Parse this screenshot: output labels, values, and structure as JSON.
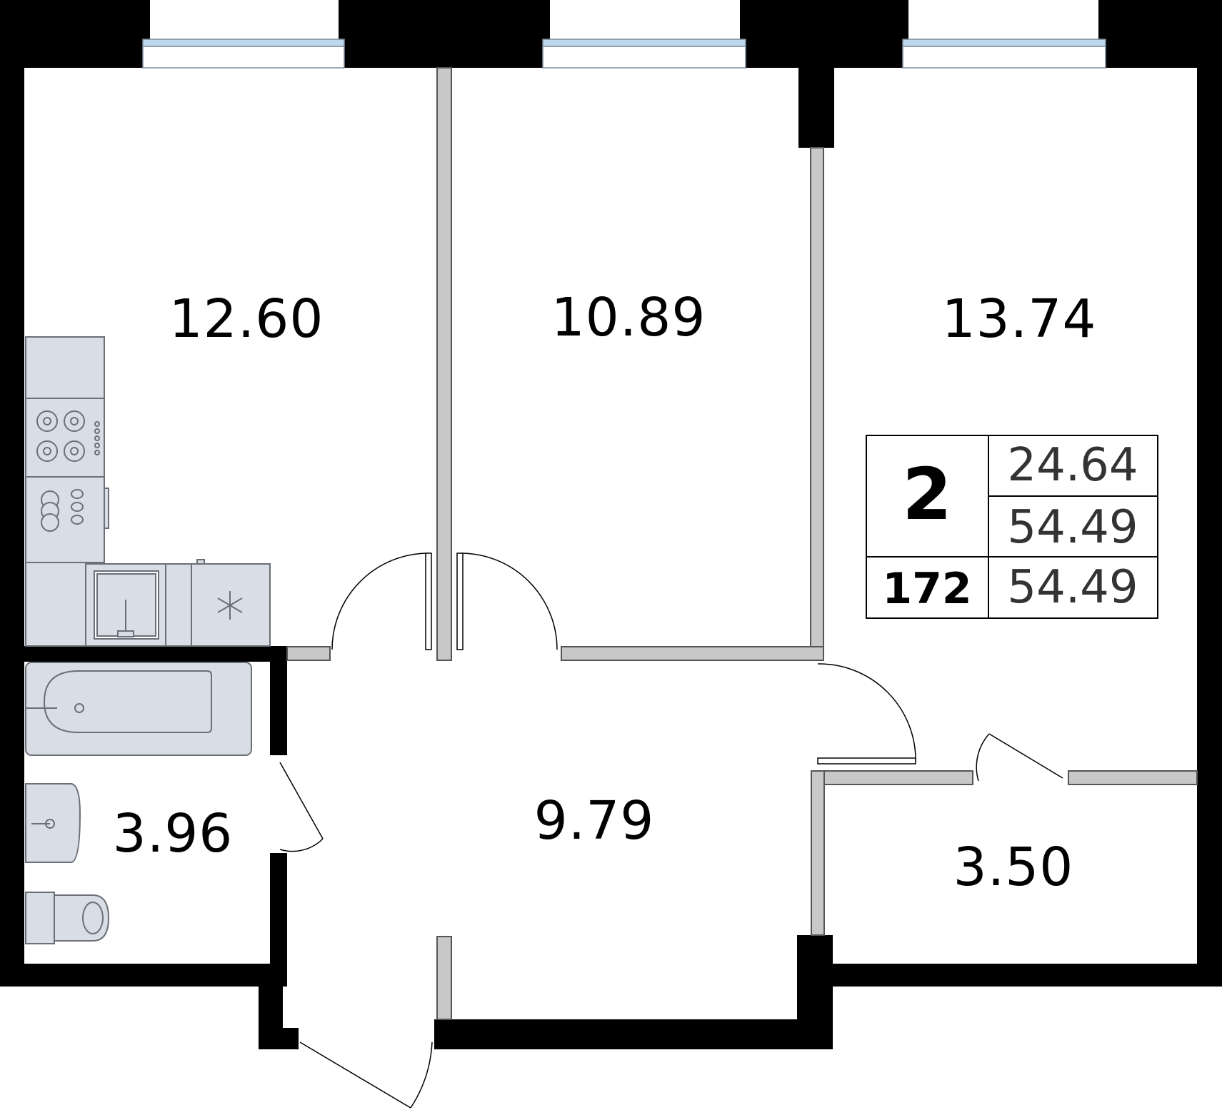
{
  "rooms": [
    {
      "name": "room-kitchen-living",
      "area": "12.60"
    },
    {
      "name": "room-bedroom-middle",
      "area": "10.89"
    },
    {
      "name": "room-bedroom-right",
      "area": "13.74"
    },
    {
      "name": "room-bathroom",
      "area": "3.96"
    },
    {
      "name": "room-hallway",
      "area": "9.79"
    },
    {
      "name": "room-storage",
      "area": "3.50"
    }
  ],
  "info_table": {
    "rooms_count": "2",
    "apartment_number": "172",
    "living_area": "24.64",
    "total_area": "54.49",
    "total_area_2": "54.49"
  },
  "colors": {
    "wall": "#000000",
    "partition_fill": "#c8c8c8",
    "partition_stroke": "#555555",
    "fixture_fill": "#d9dde6",
    "fixture_stroke": "#6b6f78",
    "window": "#bcd7ee",
    "background": "#ffffff"
  }
}
